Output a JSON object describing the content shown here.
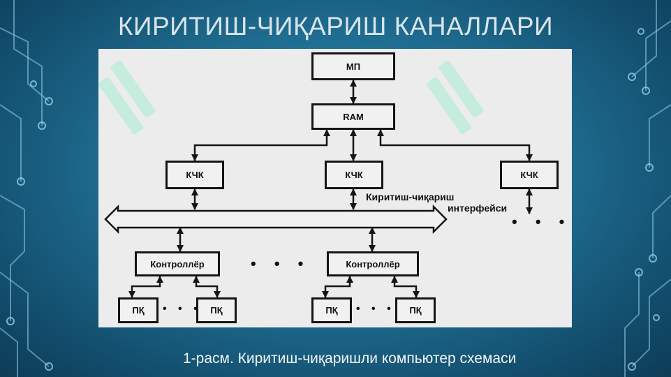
{
  "slide": {
    "title": "КИРИТИШ-ЧИҚАРИШ КАНАЛЛАРИ",
    "caption": "1-расм. Киритиш-чиқаришли компьютер схемаси"
  },
  "diagram": {
    "mp": "МП",
    "ram": "RAM",
    "kchk_left": "КЧК",
    "kchk_mid": "КЧК",
    "kchk_right": "КЧК",
    "interface_line1": "Киритиш-чиқариш",
    "interface_line2": "интерфейси",
    "controller_left": "Контроллёр",
    "controller_right": "Контроллёр",
    "pk_1": "ПҚ",
    "pk_2": "ПҚ",
    "pk_3": "ПҚ",
    "pk_4": "ПҚ",
    "ellipsis_right_kchk": "• • •",
    "ellipsis_controllers": "• • •",
    "ellipsis_pk_left": "• • •",
    "ellipsis_pk_right": "• • •"
  },
  "colors": {
    "background": "#1f6e92",
    "panel": "#ececec",
    "line": "#151515",
    "watermark": "#a8ecd2"
  }
}
